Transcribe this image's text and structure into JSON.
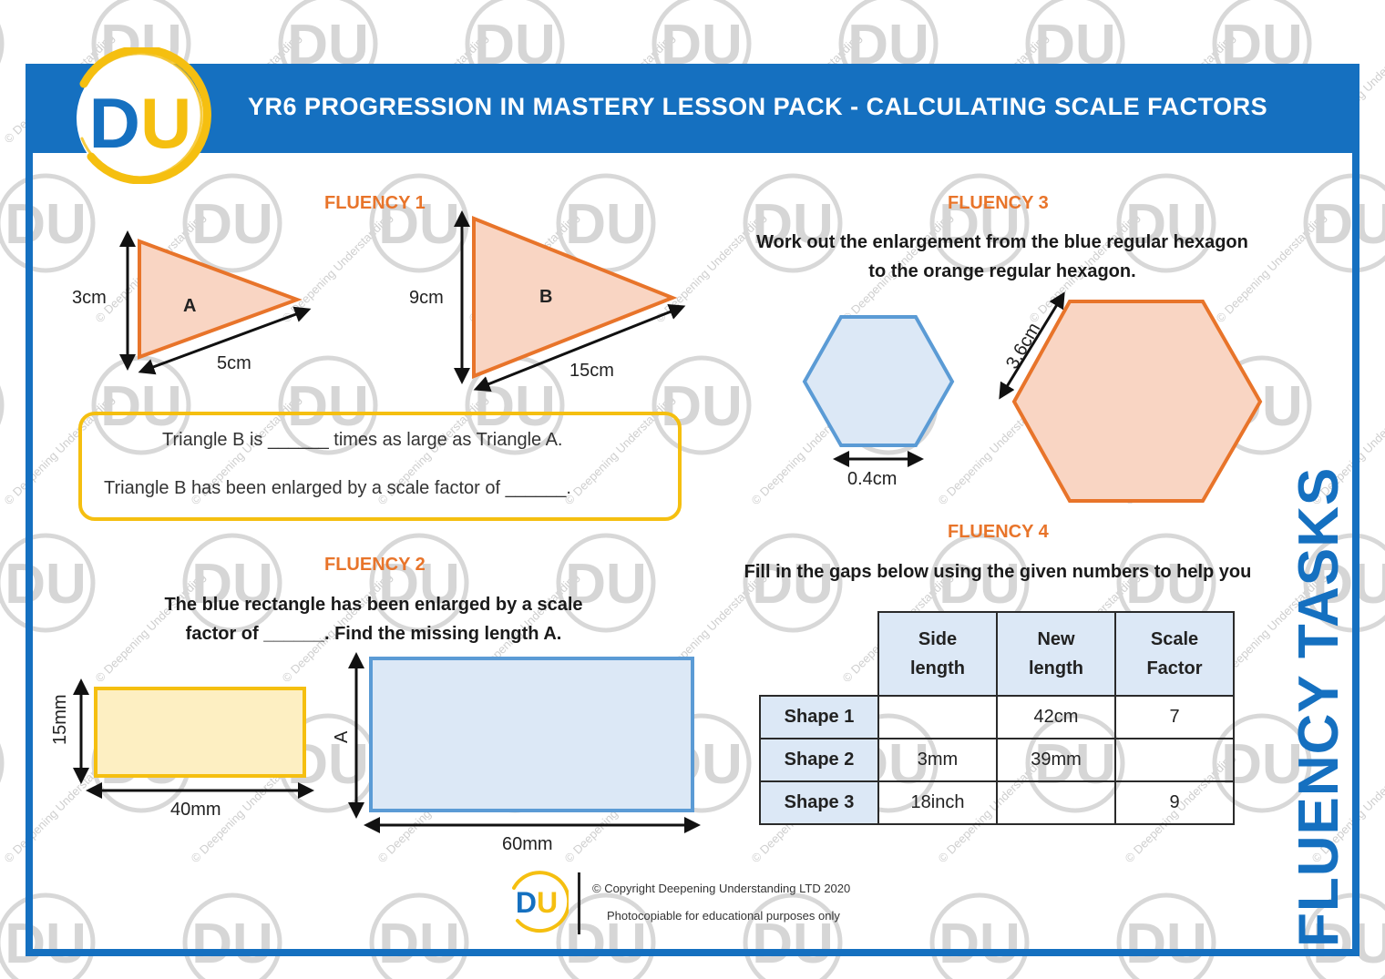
{
  "header": {
    "title": "YR6 PROGRESSION IN MASTERY LESSON PACK - CALCULATING SCALE FACTORS",
    "logo_text": "DU",
    "side_label": "FLUENCY TASKS"
  },
  "watermark": {
    "logo_text": "DU",
    "text": "© Deepening Understanding"
  },
  "fluency1": {
    "title": "FLUENCY 1",
    "triangle_a": {
      "name": "A",
      "height": "3cm",
      "base": "5cm"
    },
    "triangle_b": {
      "name": "B",
      "height": "9cm",
      "base": "15cm"
    },
    "sentence1": "Triangle B is ______ times as large as Triangle A.",
    "sentence2": "Triangle B has been enlarged by a scale factor of ______."
  },
  "fluency2": {
    "title": "FLUENCY 2",
    "instruction_line1": "The blue rectangle has been enlarged by a scale",
    "instruction_line2": "factor of ______. Find the missing length A.",
    "small_rect": {
      "height": "15mm",
      "width": "40mm"
    },
    "large_rect": {
      "height": "A",
      "width": "60mm"
    }
  },
  "fluency3": {
    "title": "FLUENCY 3",
    "instruction_line1": "Work out the enlargement from the blue regular hexagon",
    "instruction_line2": "to the orange regular hexagon.",
    "small_hexagon_side": "0.4cm",
    "large_hexagon_side": "3.6cm"
  },
  "fluency4": {
    "title": "FLUENCY 4",
    "instruction": "Fill in the gaps below using the given numbers to help you",
    "table": {
      "headers": [
        {
          "line1": "Side",
          "line2": "length"
        },
        {
          "line1": "New",
          "line2": "length"
        },
        {
          "line1": "Scale",
          "line2": "Factor"
        }
      ],
      "rows": [
        {
          "label": "Shape 1",
          "side": "",
          "new": "42cm",
          "factor": "7"
        },
        {
          "label": "Shape 2",
          "side": "3mm",
          "new": "39mm",
          "factor": ""
        },
        {
          "label": "Shape 3",
          "side": "18inch",
          "new": "",
          "factor": "9"
        }
      ]
    }
  },
  "footer": {
    "logo_text": "DU",
    "copyright": "© Copyright Deepening Understanding LTD 2020",
    "note": "Photocopiable for educational purposes only"
  },
  "colors": {
    "brand_blue": "#1570c0",
    "brand_yellow": "#f5bf10",
    "orange": "#e8742a",
    "orange_fill": "#f9d5c3",
    "blue_fill": "#dce8f6",
    "blue_stroke": "#5b9bd5",
    "yellow_fill": "#fdefc2"
  }
}
